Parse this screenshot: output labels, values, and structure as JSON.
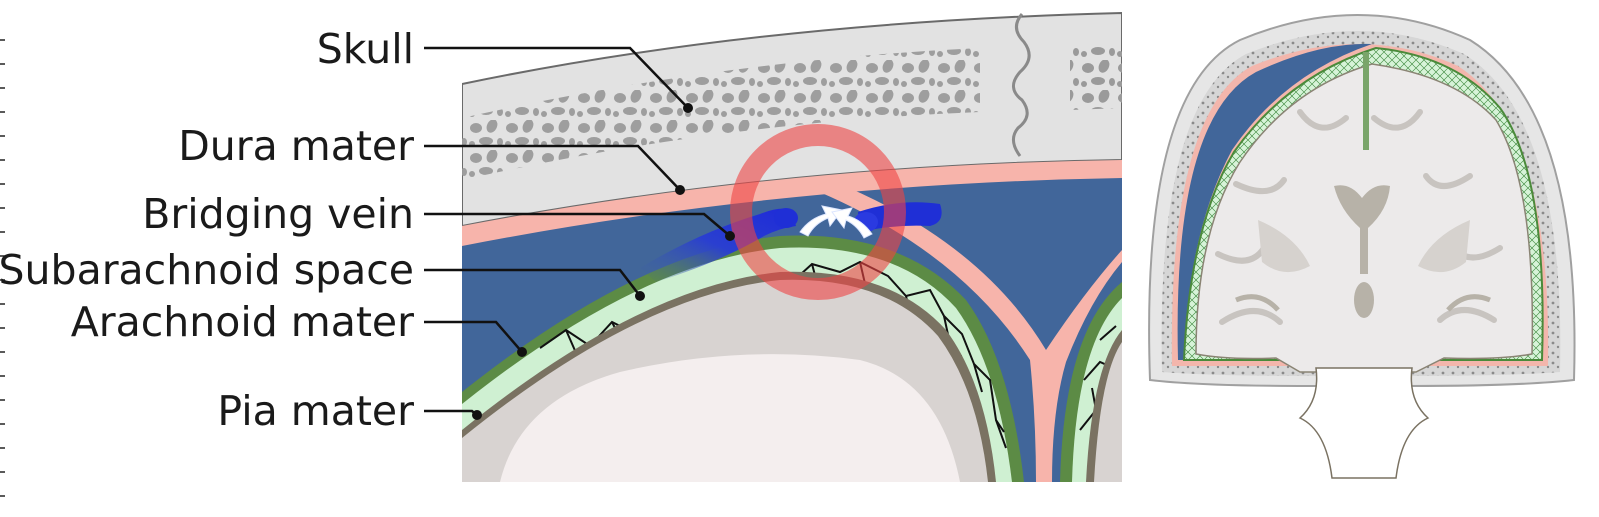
{
  "labels": {
    "skull": "Skull",
    "dura_mater": "Dura mater",
    "bridging_vein": "Bridging vein",
    "subarachnoid_space": "Subarachnoid space",
    "arachnoid_mater": "Arachnoid mater",
    "pia_mater": "Pia mater"
  },
  "colors": {
    "skull": "#e2e2e2",
    "bone_pores": "#9a9a9a",
    "dura": "#f7b4ab",
    "subdural_blood": "#41669a",
    "arachnoid": "#5c8b45",
    "subarachnoid_fluid": "#cff0d2",
    "pia": "#7a7262",
    "brain": "#d8d3d1",
    "white_matter": "#f4eeee",
    "vein": "#1f2fd6",
    "highlight_ring": "#ee4444"
  }
}
